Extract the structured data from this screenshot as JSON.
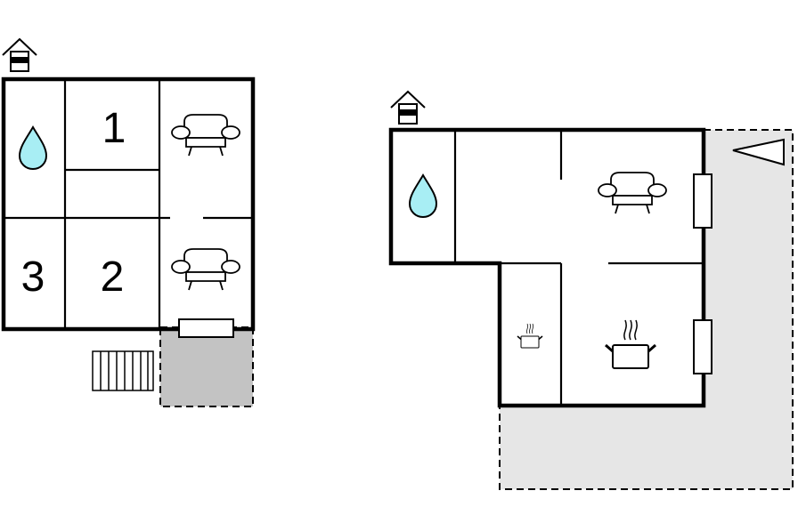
{
  "floor_plans": {
    "left": {
      "rooms": [
        {
          "label": "1",
          "icon": "bedroom"
        },
        {
          "label": "2",
          "icon": "bedroom"
        },
        {
          "label": "3",
          "icon": "bedroom"
        }
      ],
      "icons": [
        "house-level-icon",
        "water-drop-icon",
        "sofa-icon",
        "sofa-icon",
        "stairs-icon",
        "door-icon"
      ]
    },
    "right": {
      "icons": [
        "house-level-icon",
        "water-drop-icon",
        "sofa-icon",
        "pot-icon",
        "pot-icon",
        "window-icon",
        "window-icon",
        "arrow-icon"
      ]
    }
  },
  "colors": {
    "water": "#a8eef4",
    "terrace_dark": "#c3c3c3",
    "terrace_light": "#e6e6e6"
  }
}
